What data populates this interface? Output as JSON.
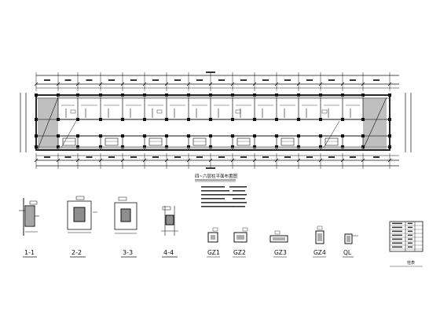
{
  "plan": {
    "title": "四~六层柱平面布置图"
  },
  "sections": [
    {
      "id": "s1",
      "label": "1-1"
    },
    {
      "id": "s2",
      "label": "2-2"
    },
    {
      "id": "s3",
      "label": "3-3"
    },
    {
      "id": "s4",
      "label": "4-4"
    }
  ],
  "details": [
    {
      "id": "gz1",
      "label": "GZ1"
    },
    {
      "id": "gz2",
      "label": "GZ2"
    },
    {
      "id": "gz3",
      "label": "GZ3"
    },
    {
      "id": "gz4",
      "label": "GZ4"
    },
    {
      "id": "ql",
      "label": "QL"
    }
  ],
  "table": {
    "caption": "柱表"
  }
}
